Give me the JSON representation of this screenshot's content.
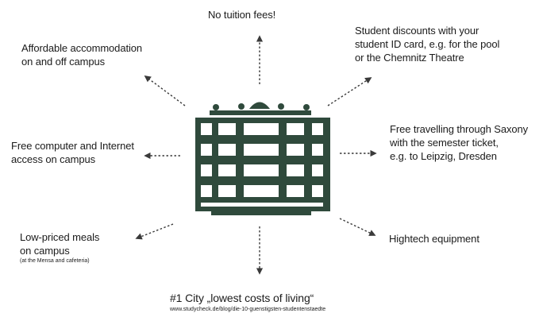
{
  "diagram": {
    "center_icon": "university-building-icon",
    "accent_color": "#2f4a3c",
    "arrow_color": "#3a3a3a",
    "items": {
      "north": {
        "text": "No tuition fees!"
      },
      "northeast": {
        "line1": "Student discounts with your",
        "line2": "student ID card, e.g. for the pool",
        "line3": "or the Chemnitz Theatre"
      },
      "northwest": {
        "line1": "Affordable accommodation",
        "line2": "on and off campus"
      },
      "east": {
        "line1": "Free travelling through Saxony",
        "line2": "with the semester ticket,",
        "line3": "e.g. to Leipzig, Dresden"
      },
      "west": {
        "line1": "Free computer and Internet",
        "line2": "access on campus"
      },
      "southeast": {
        "text": "Hightech equipment"
      },
      "southwest": {
        "line1": "Low-priced meals",
        "line2": "on campus",
        "note": "(at the Mensa and cafeteria)"
      },
      "south": {
        "text": "#1 City „lowest costs of living“",
        "source": "www.studycheck.de/blog/die-10-guenstigsten-studentenstaedte"
      }
    }
  }
}
